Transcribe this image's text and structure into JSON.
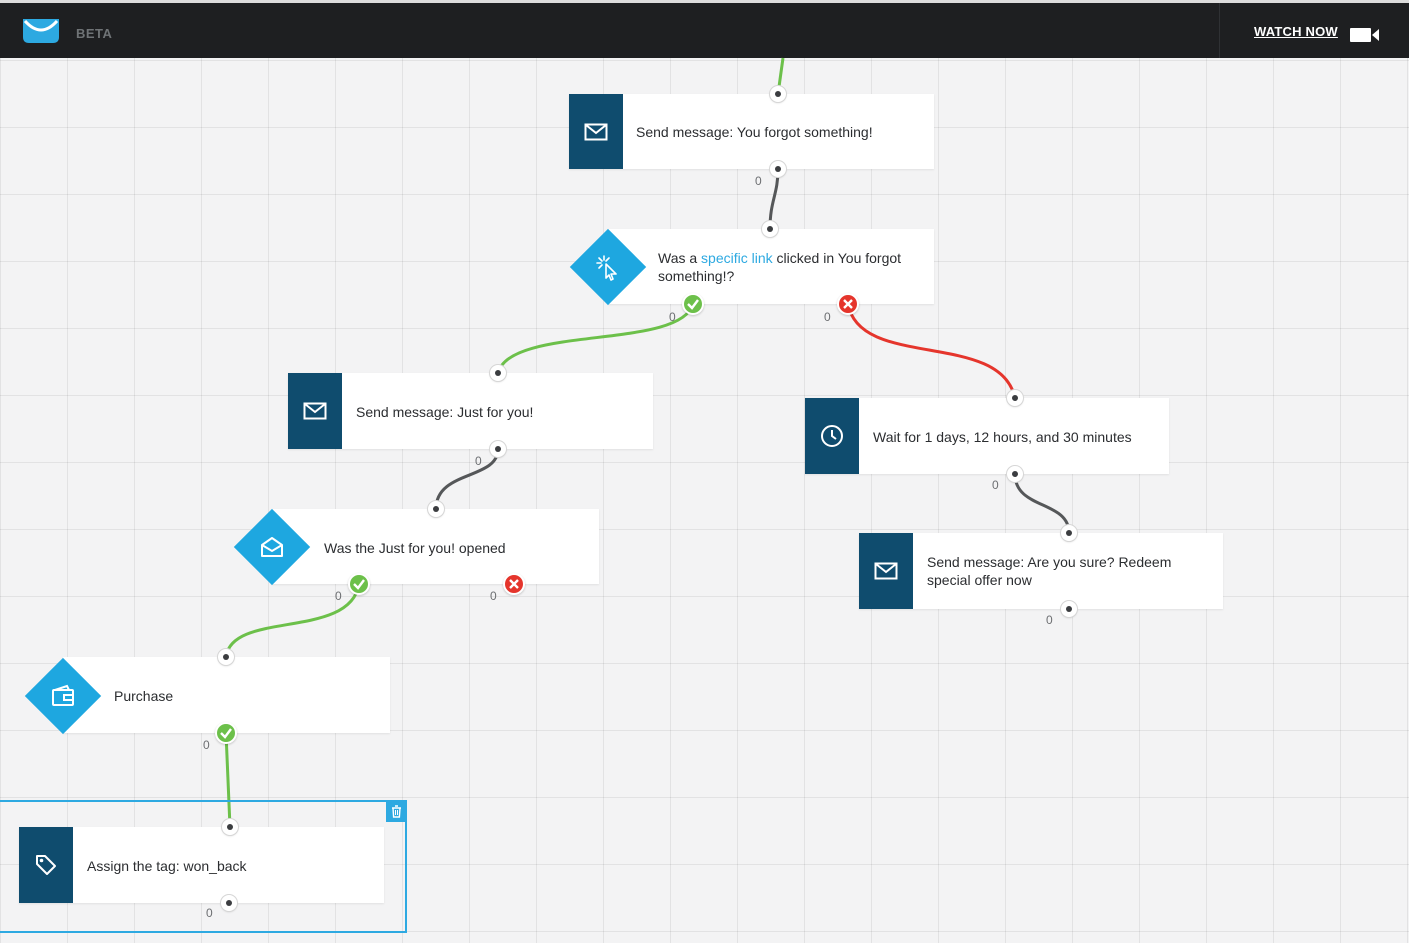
{
  "header": {
    "beta_label": "BETA",
    "watch_now_label": "WATCH NOW",
    "logo_icon": "envelope-logo-icon",
    "camera_icon": "video-camera-icon"
  },
  "colors": {
    "header_bg": "#1e1f21",
    "action_icon_bg": "#0f4c6e",
    "condition_diamond": "#1ea7e0",
    "yes_path": "#6cc04a",
    "no_path": "#e5352c",
    "link": "#2da9e1"
  },
  "nodes": {
    "send_forgot": {
      "text": "Send message: You forgot something!",
      "icon": "envelope-icon",
      "count": "0"
    },
    "link_clicked": {
      "text_before": "Was a ",
      "link_text": "specific link",
      "text_after": " clicked in You forgot something!?",
      "icon": "cursor-click-icon",
      "yes_count": "0",
      "no_count": "0"
    },
    "send_just_for_you": {
      "text": "Send message: Just for you!",
      "icon": "envelope-icon",
      "count": "0"
    },
    "wait": {
      "text": "Wait for 1 days, 12 hours, and 30 minutes",
      "icon": "clock-icon",
      "count": "0"
    },
    "opened": {
      "text": "Was the Just for you! opened",
      "icon": "open-envelope-icon",
      "yes_count": "0",
      "no_count": "0"
    },
    "send_are_you_sure": {
      "text": "Send message: Are you sure? Redeem special offer now",
      "icon": "envelope-icon",
      "count": "0"
    },
    "purchase": {
      "text": "Purchase",
      "icon": "wallet-icon",
      "yes_count": "0"
    },
    "assign_tag": {
      "text": "Assign the tag: won_back",
      "icon": "tag-icon",
      "count": "0",
      "delete_icon": "trash-icon"
    }
  }
}
